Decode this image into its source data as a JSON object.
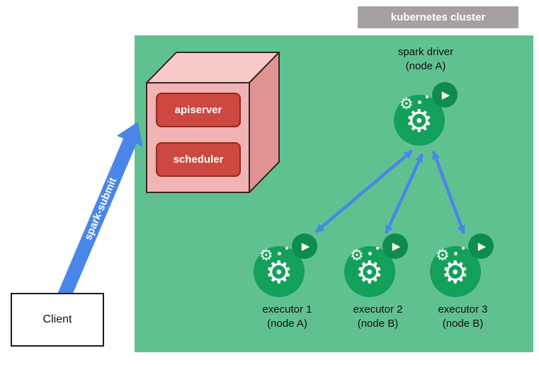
{
  "cluster": {
    "label": "kubernetes cluster"
  },
  "control_plane": {
    "apiserver": "apiserver",
    "scheduler": "scheduler"
  },
  "driver": {
    "name": "spark driver",
    "node": "(node A)"
  },
  "executors": [
    {
      "name": "executor 1",
      "node": "(node A)"
    },
    {
      "name": "executor 2",
      "node": "(node B)"
    },
    {
      "name": "executor 3",
      "node": "(node B)"
    }
  ],
  "client": {
    "label": "Client"
  },
  "spark_submit": {
    "label": "spark-submit"
  },
  "icons": {
    "gear": "⚙",
    "play": "▶"
  },
  "colors": {
    "cluster_bg": "#60c190",
    "cluster_tag_bg": "#a7a0a0",
    "pod_green": "#12a05a",
    "pod_green_dark": "#0d8c4e",
    "arrow_blue": "#4a86e8",
    "cube_front": "#f1b3b3",
    "cube_top": "#f8caca",
    "cube_side": "#e09393",
    "red_box": "#cc4840"
  }
}
